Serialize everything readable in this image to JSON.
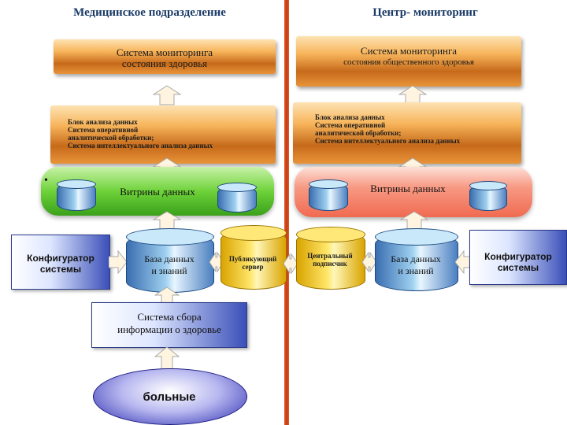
{
  "left_title": "Медицинское подразделение",
  "right_title": "Центр- мониторинг",
  "left": {
    "monitoring_line1": "Система мониторинга",
    "monitoring_line2": "состояния здоровья",
    "analysis": [
      "Блок анализа данных",
      "Система оперативной",
      "аналитической обработки;",
      "Система интеллектуального анализа данных"
    ],
    "bullet": "•",
    "vitrina": "Витрины данных",
    "configurator_line1": "Конфигуратор",
    "configurator_line2": "системы",
    "db_line1": "База данных",
    "db_line2": "и знаний",
    "server_line1": "Публикующий",
    "server_line2": "сервер",
    "collection_line1": "Система сбора",
    "collection_line2": "информации о здоровье",
    "patients": "больные"
  },
  "right": {
    "monitoring_line1": "Система мониторинга",
    "monitoring_line2": "состояния общественного здоровья",
    "analysis": [
      "Блок анализа данных",
      "Система оперативной",
      "аналитической обработки;",
      "Система интеллектуального анализа данных"
    ],
    "vitrina": "Витрины данных",
    "subscriber_line1": "Центральный",
    "subscriber_line2": "подписчик",
    "db_line1": "База данных",
    "db_line2": "и знаний",
    "configurator_line1": "Конфигуратор",
    "configurator_line2": "системы"
  },
  "colors": {
    "divider": "#c23a10",
    "panel_orange": "#f0a040",
    "vitrina_green": "#6ed23a",
    "vitrina_red": "#f06a50",
    "cylinder_blue": "#4a8ad0",
    "cylinder_yellow": "#f5cc20"
  }
}
